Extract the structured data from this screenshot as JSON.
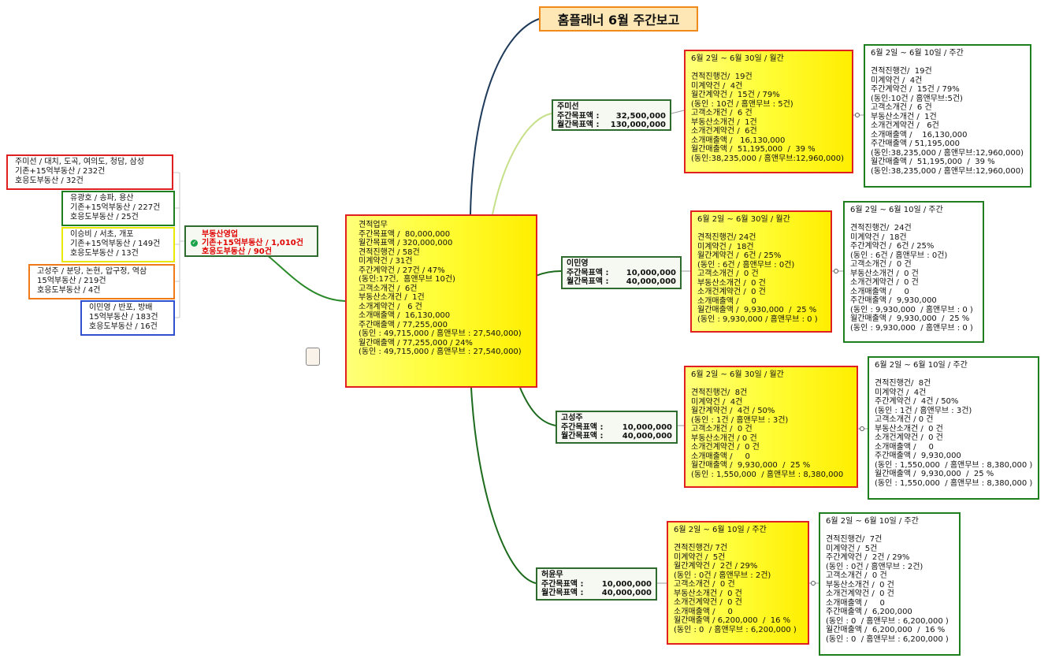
{
  "title": "홈플래너 6월  주간보고",
  "center": {
    "text": "견적업무\n주간목표액 /  80,000,000\n월간목표액 / 320,000,000\n견적진행건 / 58건\n미계약건 / 31건\n주간계약건 / 27건 / 47%\n(동인:17건,  홈앤무브 10건)\n고객소개건 /  6건\n부동산소개건 /  1건\n소개계약건 /   6 건\n소개매출액 /  16,130,000\n주간매출액 / 77,255,000\n(동인 : 49,715,000 / 홈앤무브 : 27,540,000)\n월간매출액 / 77,255,000 / 24%\n(동인 : 49,715,000 / 홈앤무브 : 27,540,000)"
  },
  "realestate": {
    "title": "부동산영업",
    "line1": "기존+15억부동산 / 1,010건",
    "line2": "호응도부동산 / 90건"
  },
  "regions": [
    {
      "text": "주미선 / 대치, 도곡, 여의도, 청담, 삼성\n기존+15억부동산 / 232건\n호응도부동산 / 32건"
    },
    {
      "text": "유광호 / 송파, 용산\n기존+15억부동산 / 227건\n호응도부동산 / 25건"
    },
    {
      "text": "이승비 / 서초, 개포\n기존+15억부동산 / 149건\n호응도부동산 / 13건"
    },
    {
      "text": "고성주 / 분당, 논현, 압구정, 역삼\n15억부동산 / 219건\n호응도부동산 / 4건"
    },
    {
      "text": "이민영 / 반포, 방배\n15억부동산 / 183건\n호응도부동산 / 16건"
    }
  ],
  "persons": [
    {
      "name": "주미선",
      "weekly_label": "주간목표액 :",
      "weekly": "32,500,000",
      "monthly_label": "월간목표액 :",
      "monthly": "130,000,000"
    },
    {
      "name": "이민영",
      "weekly_label": "주간목표액 :",
      "weekly": "10,000,000",
      "monthly_label": "월간목표액 :",
      "monthly": "40,000,000"
    },
    {
      "name": "고성주",
      "weekly_label": "주간목표액 :",
      "weekly": "10,000,000",
      "monthly_label": "월간목표액 :",
      "monthly": "40,000,000"
    },
    {
      "name": "허윤무",
      "weekly_label": "주간목표액 :",
      "weekly": "10,000,000",
      "monthly_label": "월간목표액 :",
      "monthly": "40,000,000"
    }
  ],
  "monthly_boxes": [
    {
      "text": "6월 2일 ~ 6월 30일 / 월간\n\n견적진행건/  19건\n미계약건 /  4건\n월간계약건 /  15건 / 79%\n(동인 : 10건 / 홈앤무브 : 5건)\n고객소개건 /  6 건\n부동산소개건 /  1건\n소개건계약건 /  6건\n소개매출액 /   16,130,000\n월간매출액 /  51,195,000  /  39 %\n(동인:38,235,000 / 홈앤무브:12,960,000)"
    },
    {
      "text": "6월 2일 ~ 6월 30일 / 월간\n\n견적진행건/ 24건\n미계약건 /  18건\n월간계약건 /  6건 / 25%\n(동인 : 6건 / 홈앤무브 : 0건)\n고객소개건 /  0 건\n부동산소개건 /  0 건\n소개건계약건 /  0 건\n소개매출액 /     0\n월간매출액 /  9,930,000  /  25 %\n(동인 : 9,930,000 / 홈앤무브 : 0 )"
    },
    {
      "text": "6월 2일 ~ 6월 30일 / 월간\n\n견적진행건/  8건\n미계약건 /  4건\n월간계약건 /  4건 / 50%\n(동인 : 1건 / 홈앤무브 : 3건)\n고객소개건 /  0 건\n부동산소개건 / 0 건\n소개건계약건 /  0 건\n소개매출액 /     0\n월간매출액 /  9,930,000  /  25 %\n(동인 : 1,550,000  / 홈앤무브 : 8,380,000"
    },
    {
      "text": "6월 2일 ~ 6월 10일 / 주간\n\n견적진행건/ 7건\n미계약건 /  5건\n월간계약건 /  2건 / 29%\n(동인 : 0건 / 홈앤무브 : 2건)\n고객소개건 /  0 건\n부동산소개건 /  0 건\n소개건계약건 /  0 건\n소개매출액 /     0\n월간매출액 / 6,200,000  /  16 %\n(동인 : 0  / 홈앤무브 : 6,200,000 )"
    }
  ],
  "weekly_boxes": [
    {
      "text": "6월 2일 ~ 6월 10일 / 주간\n\n견적진행건/  19건\n미계약건 /  4건\n주간계약건 /  15건 / 79%\n(동인:10건 / 홈앤무브:5건)\n고객소개건 /  6 건\n부동산소개건 /  1건\n소개건계약건 /   6건\n소개매출액 /    16,130,000\n주간매출액 / 51,195,000\n(동인:38,235,000 / 홈앤무브:12,960,000)\n월간매출액 /  51,195,000  /  39 %\n(동인:38,235,000 / 홈앤무브:12,960,000)"
    },
    {
      "text": "6월 2일 ~ 6월 10일 / 주간\n\n견적진행건/  24건\n미계약건 /  18건\n주간계약건 /  6건 / 25%\n(동인 : 6건 / 홈앤무브 : 0건)\n고객소개건 /  0 건\n부동산소개건 /  0 건\n소개건계약건 /  0 건\n소개매출액 /     0\n주간매출액 /  9,930,000\n(동인 : 9,930,000  / 홈앤무브 : 0 )\n월간매출액 /  9,930,000  /  25 %\n(동인 : 9,930,000  / 홈앤무브 : 0 )"
    },
    {
      "text": "6월 2일 ~ 6월 10일 / 주간\n\n견적진행건/  8건\n미계약건 /  4건\n주간계약건 /  4건 / 50%\n(동인 : 1건 / 홈앤무브 : 3건)\n고객소개건 / 0 건\n부동산소개건 /  0 건\n소개건계약건 /  0 건\n소개매출액 /     0\n주간매출액 /  9,930,000\n(동인 : 1,550,000  / 홈앤무브 : 8,380,000 )\n월간매출액 /  9,930,000  /  25 %\n(동인 : 1,550,000  / 홈앤무브 : 8,380,000 )"
    },
    {
      "text": "6월 2일 ~ 6월 10일 / 주간\n\n견적진행건/  7건\n미계약건 /  5건\n주간계약건 /  2건 / 29%\n(동인 : 0건 / 홈앤무브 : 2건)\n고객소개건 /  0 건\n부동산소개건 /  0 건\n소개건계약건 /  0 건\n소개매출액 /     0\n주간매출액 /  6,200,000\n(동인 : 0  / 홈앤무브 : 6,200,000 )\n월간매출액 /  6,200,000  /  16 %\n(동인 : 0  / 홈앤무브 : 6,200,000 )"
    }
  ]
}
